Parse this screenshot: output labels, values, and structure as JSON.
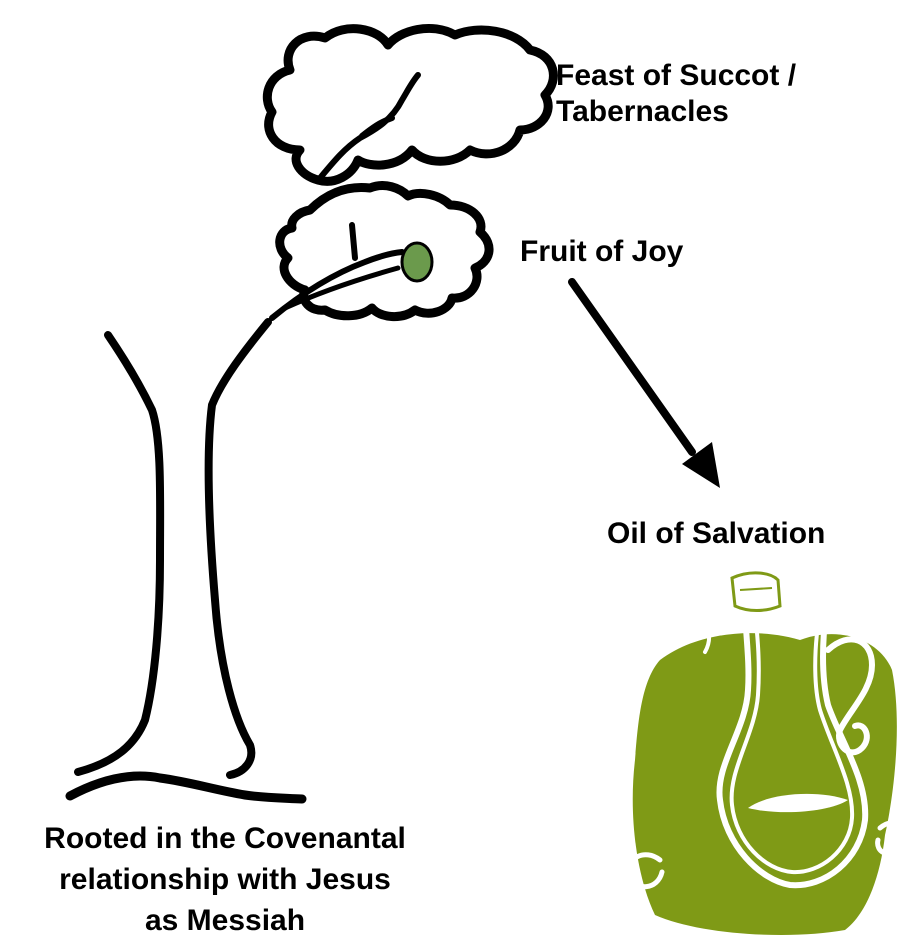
{
  "labels": {
    "feast_line1": "Feast of Succot /",
    "feast_line2": "Tabernacles",
    "fruit": "Fruit of Joy",
    "oil": "Oil of Salvation",
    "root_line1": "Rooted in the Covenantal",
    "root_line2": "relationship with Jesus",
    "root_line3": "as Messiah"
  },
  "colors": {
    "ink": "#000000",
    "fruit": "#6b9a4c",
    "oil_jar": "#7f9a16",
    "background": "#ffffff"
  }
}
